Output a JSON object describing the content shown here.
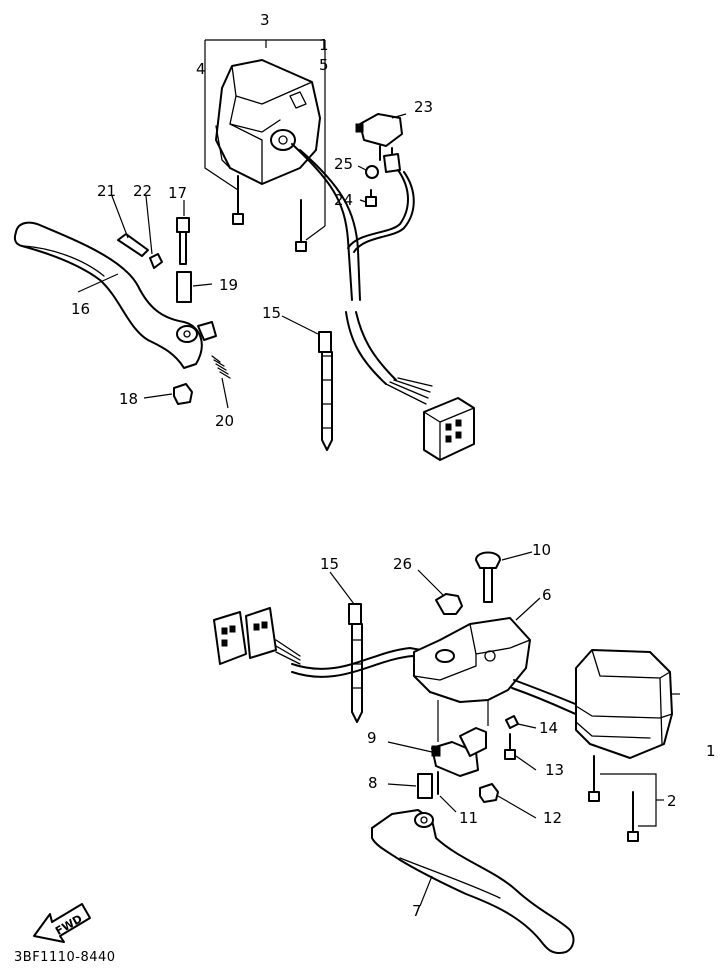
{
  "figure_code": "3BF1110-8440",
  "fwd_label": "FWD",
  "callouts": {
    "upper": {
      "c3": "3",
      "c4": "4",
      "c1": "1",
      "c5": "5",
      "c23": "23",
      "c25": "25",
      "c24": "24",
      "c21": "21",
      "c22": "22",
      "c17": "17",
      "c19": "19",
      "c16": "16",
      "c15": "15",
      "c18": "18",
      "c20": "20"
    },
    "lower": {
      "c15": "15",
      "c26": "26",
      "c10": "10",
      "c6": "6",
      "c14": "14",
      "c1": "1",
      "c9": "9",
      "c13": "13",
      "c8": "8",
      "c2": "2",
      "c11": "11",
      "c12": "12",
      "c7": "7"
    }
  }
}
